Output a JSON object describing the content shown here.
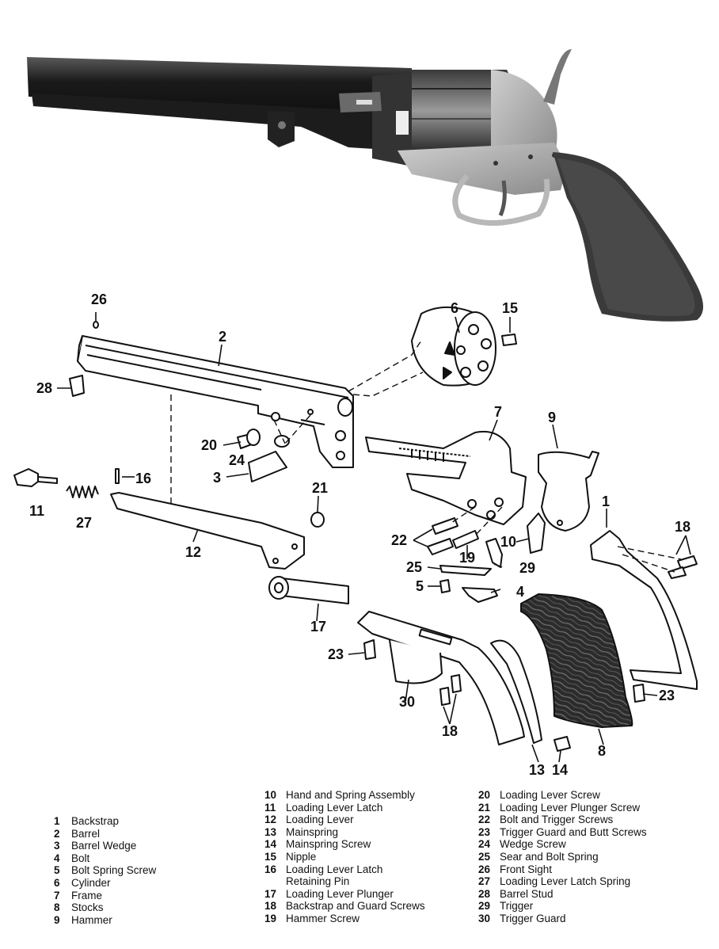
{
  "callouts": [
    {
      "id": "26",
      "text": "26"
    },
    {
      "id": "2",
      "text": "2"
    },
    {
      "id": "6",
      "text": "6"
    },
    {
      "id": "15",
      "text": "15"
    },
    {
      "id": "28",
      "text": "28"
    },
    {
      "id": "7",
      "text": "7"
    },
    {
      "id": "9",
      "text": "9"
    },
    {
      "id": "20",
      "text": "20"
    },
    {
      "id": "24",
      "text": "24"
    },
    {
      "id": "3",
      "text": "3"
    },
    {
      "id": "16",
      "text": "16"
    },
    {
      "id": "11",
      "text": "11"
    },
    {
      "id": "27",
      "text": "27"
    },
    {
      "id": "21",
      "text": "21"
    },
    {
      "id": "12",
      "text": "12"
    },
    {
      "id": "1",
      "text": "1"
    },
    {
      "id": "18a",
      "text": "18"
    },
    {
      "id": "22",
      "text": "22"
    },
    {
      "id": "10",
      "text": "10"
    },
    {
      "id": "19",
      "text": "19"
    },
    {
      "id": "25",
      "text": "25"
    },
    {
      "id": "29",
      "text": "29"
    },
    {
      "id": "5",
      "text": "5"
    },
    {
      "id": "4",
      "text": "4"
    },
    {
      "id": "17",
      "text": "17"
    },
    {
      "id": "23a",
      "text": "23"
    },
    {
      "id": "30",
      "text": "30"
    },
    {
      "id": "18b",
      "text": "18"
    },
    {
      "id": "23b",
      "text": "23"
    },
    {
      "id": "8",
      "text": "8"
    },
    {
      "id": "13",
      "text": "13"
    },
    {
      "id": "14",
      "text": "14"
    }
  ],
  "legend": {
    "col1": [
      {
        "num": "1",
        "name": "Backstrap"
      },
      {
        "num": "2",
        "name": "Barrel"
      },
      {
        "num": "3",
        "name": "Barrel Wedge"
      },
      {
        "num": "4",
        "name": "Bolt"
      },
      {
        "num": "5",
        "name": "Bolt Spring Screw"
      },
      {
        "num": "6",
        "name": "Cylinder"
      },
      {
        "num": "7",
        "name": "Frame"
      },
      {
        "num": "8",
        "name": "Stocks"
      },
      {
        "num": "9",
        "name": "Hammer"
      }
    ],
    "col2": [
      {
        "num": "10",
        "name": "Hand and Spring Assembly"
      },
      {
        "num": "11",
        "name": "Loading Lever Latch"
      },
      {
        "num": "12",
        "name": "Loading Lever"
      },
      {
        "num": "13",
        "name": "Mainspring"
      },
      {
        "num": "14",
        "name": "Mainspring Screw"
      },
      {
        "num": "15",
        "name": "Nipple"
      },
      {
        "num": "16",
        "name": "Loading Lever Latch"
      },
      {
        "num": "",
        "name": "Retaining Pin"
      },
      {
        "num": "17",
        "name": "Loading Lever Plunger"
      },
      {
        "num": "18",
        "name": "Backstrap and Guard Screws"
      },
      {
        "num": "19",
        "name": "Hammer Screw"
      }
    ],
    "col3": [
      {
        "num": "20",
        "name": "Loading Lever Screw"
      },
      {
        "num": "21",
        "name": "Loading Lever Plunger Screw"
      },
      {
        "num": "22",
        "name": "Bolt and Trigger Screws"
      },
      {
        "num": "23",
        "name": "Trigger Guard and Butt Screws"
      },
      {
        "num": "24",
        "name": "Wedge Screw"
      },
      {
        "num": "25",
        "name": "Sear and Bolt Spring"
      },
      {
        "num": "26",
        "name": "Front Sight"
      },
      {
        "num": "27",
        "name": "Loading Lever Latch Spring"
      },
      {
        "num": "28",
        "name": "Barrel Stud"
      },
      {
        "num": "29",
        "name": "Trigger"
      },
      {
        "num": "30",
        "name": "Trigger Guard"
      }
    ]
  }
}
